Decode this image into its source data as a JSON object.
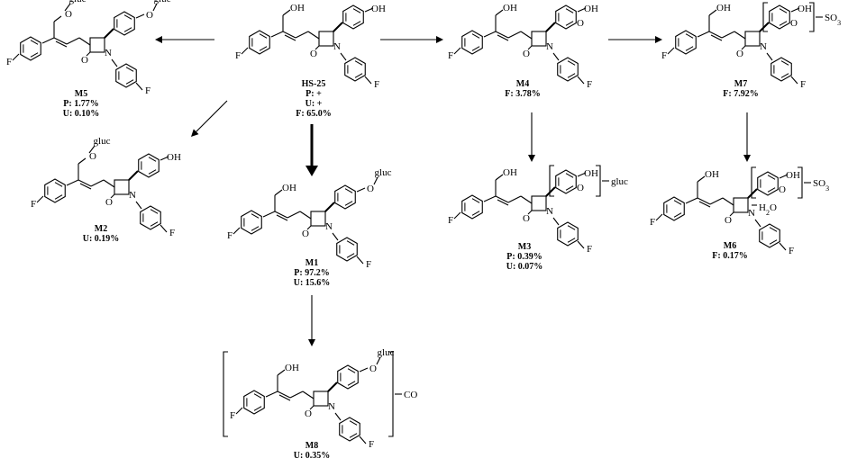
{
  "diagram": {
    "compounds": [
      {
        "id": "hs25",
        "name": "HS-25",
        "lines": [
          "P: +",
          "U: +",
          "F: 65.0%"
        ],
        "phenol": "OH",
        "alkyl_o": "OH"
      },
      {
        "id": "m5",
        "name": "M5",
        "lines": [
          "P: 1.77%",
          "U: 0.10%"
        ],
        "phenol": "O",
        "phenol_sub": "gluc",
        "alkyl_o": "O",
        "alkyl_sub": "gluc"
      },
      {
        "id": "m4",
        "name": "M4",
        "lines": [
          "F: 3.78%"
        ],
        "phenol": "OH",
        "alkyl_o": "OH",
        "extra_o": "O"
      },
      {
        "id": "m7",
        "name": "M7",
        "lines": [
          "F: 7.92%"
        ],
        "phenol": "OH",
        "alkyl_o": "OH",
        "extra_o": "O",
        "bracket_sub": "SO3"
      },
      {
        "id": "m2",
        "name": "M2",
        "lines": [
          "U: 0.19%"
        ],
        "phenol": "OH",
        "alkyl_o": "O",
        "alkyl_sub": "gluc"
      },
      {
        "id": "m1",
        "name": "M1",
        "lines": [
          "P: 97.2%",
          "U: 15.6%"
        ],
        "phenol": "O",
        "phenol_sub": "gluc",
        "alkyl_o": "OH"
      },
      {
        "id": "m3",
        "name": "M3",
        "lines": [
          "P: 0.39%",
          "U: 0.07%"
        ],
        "phenol": "OH",
        "alkyl_o": "OH",
        "extra_o": "O",
        "bracket_sub": "gluc"
      },
      {
        "id": "m6",
        "name": "M6",
        "lines": [
          "F: 0.17%"
        ],
        "phenol": "OH",
        "alkyl_o": "OH",
        "extra_o": "O",
        "bracket_sub": "SO3",
        "extra_h2o": "H2O"
      },
      {
        "id": "m8",
        "name": "M8",
        "lines": [
          "U: 0.35%"
        ],
        "phenol": "O",
        "phenol_sub": "gluc",
        "alkyl_o": "OH",
        "bracket_sub": "CO"
      }
    ],
    "atoms": {
      "fluorine": "F",
      "nitrogen": "N",
      "oxygen": "O"
    }
  }
}
